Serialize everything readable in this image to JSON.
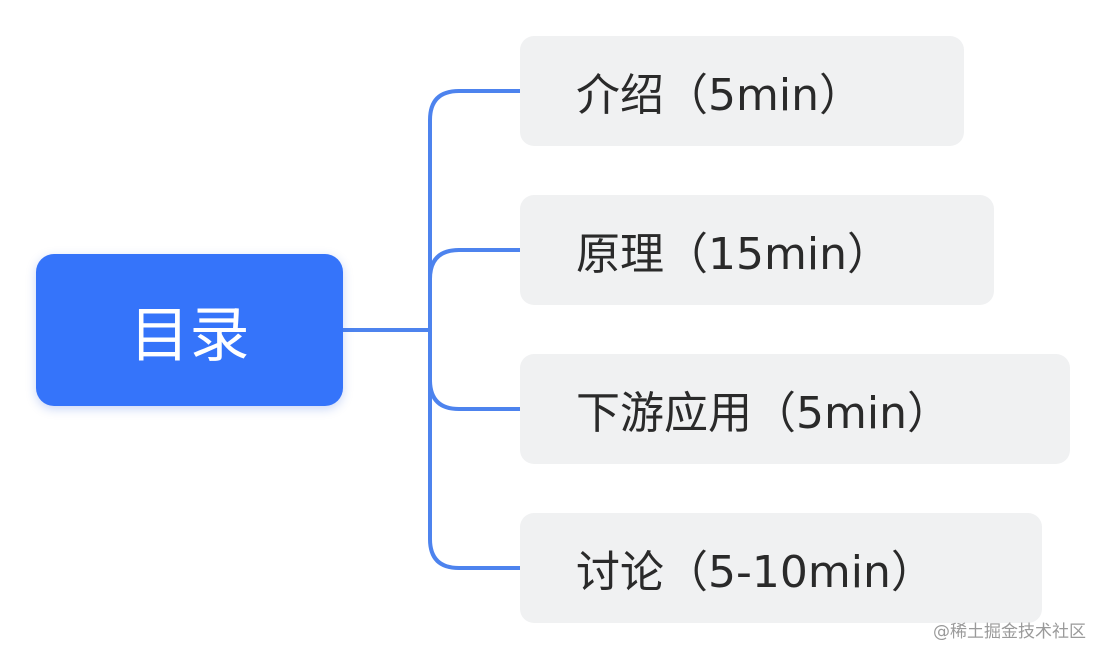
{
  "root": {
    "label": "目录"
  },
  "children": [
    {
      "label": "介绍（5min）"
    },
    {
      "label": "原理（15min）"
    },
    {
      "label": "下游应用（5min）"
    },
    {
      "label": "讨论（5-10min）"
    }
  ],
  "watermark": "@稀土掘金技术社区",
  "colors": {
    "root_fill": "#3574FA",
    "connector": "#4D83EE",
    "child_fill": "#F0F1F2",
    "child_text": "#2A2A2A"
  }
}
